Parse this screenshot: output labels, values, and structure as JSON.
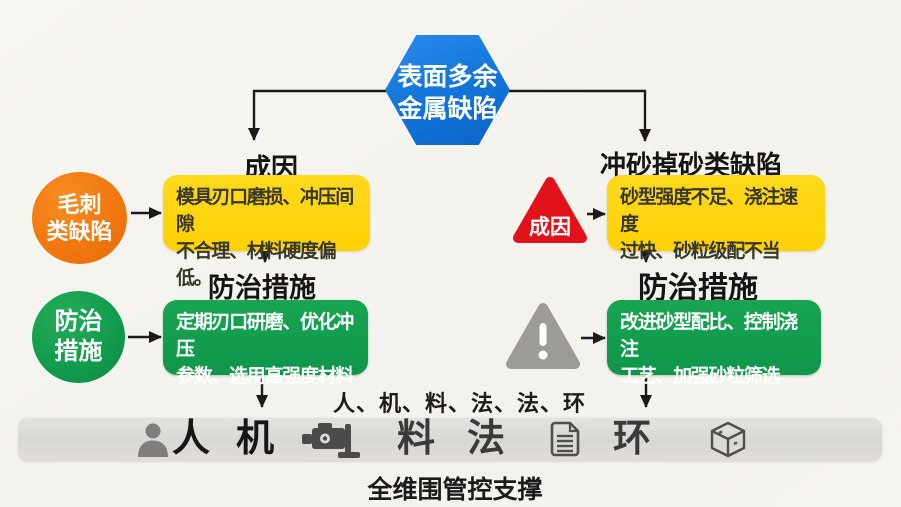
{
  "hexagon": {
    "label": "表面多余\n金属缺陷"
  },
  "left_branch": {
    "cause_label": "成因",
    "defect_badge": "毛刺\n类缺陷",
    "cause_text": "模具刃口磨损、冲压间隙\n不合理、材料硬度偏低。",
    "prevention_label": "防治措施",
    "prevention_badge": "防治\n措施",
    "prevention_text": "定期刃口研磨、优化冲压\n参数、选用高强度材料"
  },
  "right_branch": {
    "title": "冲砂掉砂类缺陷",
    "cause_badge": "成因",
    "cause_text": "砂型强度不足、浇注速度\n过快、砂粒级配不当",
    "prevention_label": "防治措施",
    "prevention_text": "改进砂型配比、控制浇注\n工艺、加强砂粒筛选"
  },
  "footer": {
    "factors_line": "人、机、料、法、法、环",
    "bar_items": [
      "人",
      "机",
      "料",
      "法",
      "环"
    ],
    "caption": "全维围管控支撑"
  },
  "icons": {
    "person": "person-icon",
    "machine": "machine-icon",
    "document": "document-icon",
    "cube": "cube-icon",
    "warning": "warning-exclamation-icon"
  },
  "colors": {
    "hexagon_blue": "#1273d8",
    "badge_orange": "#f1780f",
    "box_yellow": "#fdd105",
    "green": "#129c4d",
    "alert_red": "#e2121b",
    "warning_gray": "#9b9b98",
    "bar_gray": "#dadad7",
    "background": "#f5f4ef"
  }
}
